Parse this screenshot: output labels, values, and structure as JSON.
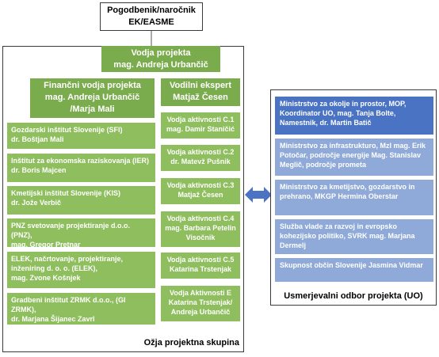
{
  "client": {
    "line1": "Pogodbenik/naročnik",
    "line2": "EK/EASME"
  },
  "group_label": "Ožja projektna skupina",
  "project_manager": {
    "title": "Vodja projekta",
    "name": "mag. Andreja Urbančič"
  },
  "financial_manager": {
    "line1": "Finančni vodja projekta",
    "line2": "mag. Andreja Urbančič",
    "line3": "/Marja Mali"
  },
  "lead_expert": {
    "title": "Vodilni ekspert",
    "name": "Matjaž Česen"
  },
  "institutions": [
    {
      "name": "Gozdarski inštitut Slovenije (SFI)",
      "person": "dr. Boštjan Mali"
    },
    {
      "name": "Inštitut za ekonomska raziskovanja (IER)",
      "person": "dr. Boris Majcen"
    },
    {
      "name": "Kmetijski inštitut Slovenije (KIS)",
      "person": "dr. Jože Verbič"
    },
    {
      "name": "PNZ svetovanje projektiranje d.o.o. (PNZ),",
      "person": "mag. Gregor Pretnar"
    },
    {
      "name": "ELEK, načrtovanje, projektiranje, inženiring d. o. o. (ELEK),",
      "person": "mag. Zvone Košnjek"
    },
    {
      "name": "Gradbeni inštitut ZRMK d.o.o., (GI ZRMK),",
      "person": "dr. Marjana Šijanec Zavrl"
    }
  ],
  "activities": [
    {
      "title": "Vodja aktivnosti C.1",
      "person": "mag. Damir Staničić"
    },
    {
      "title": "Vodja aktivnosti C.2",
      "person": "dr. Matevž Pušnik"
    },
    {
      "title": "Vodja aktivnosti C.3",
      "person": "Matjaž Česen"
    },
    {
      "title": "Vodja aktivnosti C.4",
      "person": "mag. Barbara Petelin Visočnik"
    },
    {
      "title": "Vodja aktivnosti C.5",
      "person": "Katarina Trstenjak"
    },
    {
      "title": "Vodja Aktivnosti E",
      "person": "Katarina Trstenjak/ Andreja Urbančič"
    }
  ],
  "ministries": [
    {
      "text": "Ministrstvo za okolje in prostor, MOP, Koordinator UO, mag. Tanja Bolte, Namestnik, dr. Martin Batič"
    },
    {
      "text": "Ministrstvo za infrastrukturo, MzI mag. Erik Potočar, področje energije Mag. Stanislav Meglič, področje prometa"
    },
    {
      "text": "Ministrstvo za kmetijstvo, gozdarstvo in prehrano, MKGP Hermina Oberstar"
    },
    {
      "text": "Služba vlade za razvoj in evropsko kohezijsko politiko, SVRK mag. Marjana Dermelj"
    },
    {
      "text": "Skupnost občin Slovenije Jasmina Vidmar"
    }
  ],
  "steering_label": "Usmerjevalni odbor projekta (UO)",
  "colors": {
    "green_dark": "#7aab4c",
    "green_light": "#8fbe5e",
    "blue_dark": "#4a73c4",
    "blue_light": "#8fa9d8",
    "arrow": "#4a73c4"
  }
}
